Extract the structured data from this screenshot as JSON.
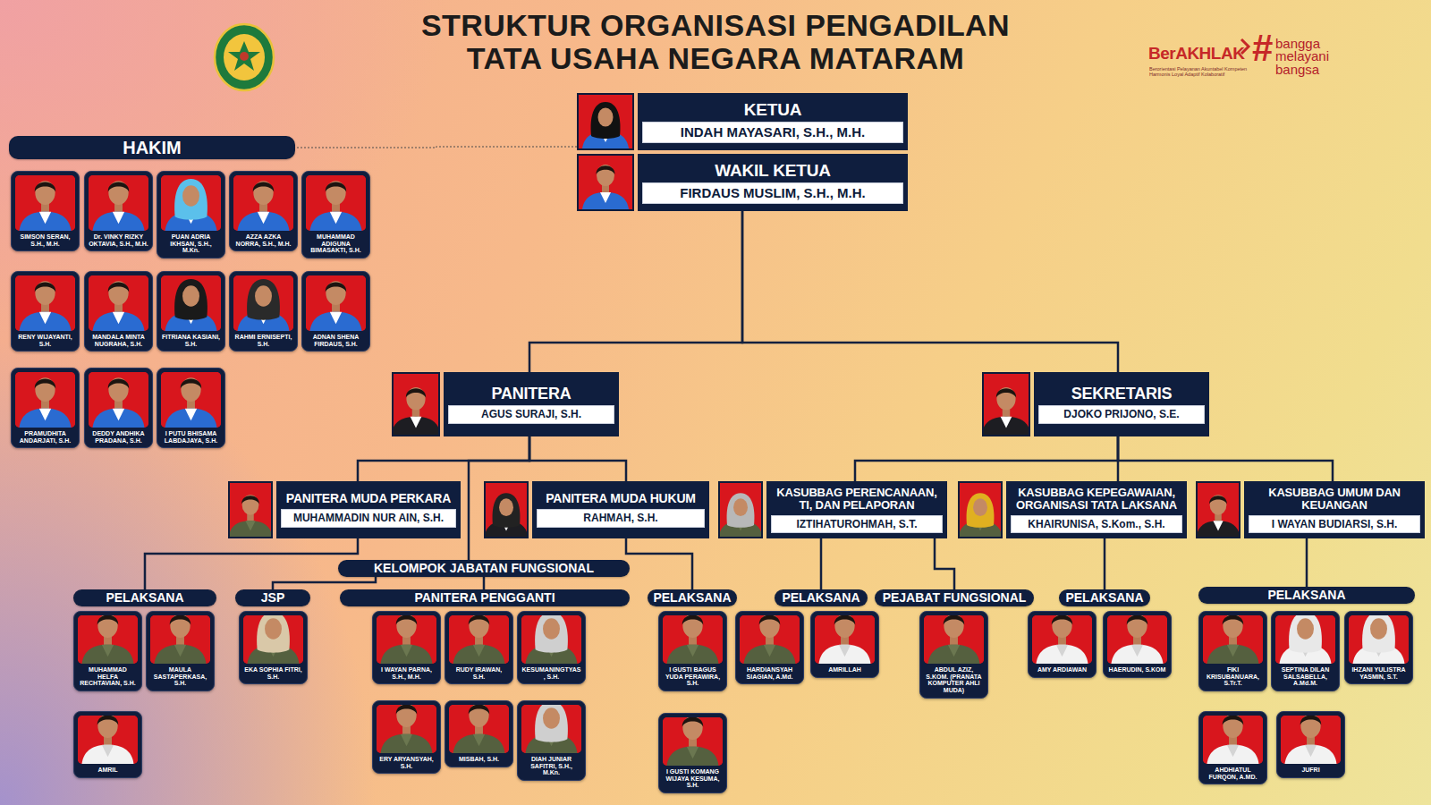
{
  "diagram": {
    "title": "STRUKTUR ORGANISASI PENGADILAN TATA USAHA NEGARA MATARAM",
    "nodes": [
      {
        "text": [
          "KETUA",
          "INDAH MAYASARI, S.H., M.H."
        ]
      },
      {
        "text": [
          "WAKIL KETUA",
          "FIRDAUS MUSLIM, S.H., M.H."
        ]
      },
      {
        "text": [
          "HAKIM"
        ]
      },
      {
        "text": [
          "SIMSON SERAN, S.H., M.H."
        ]
      },
      {
        "text": [
          "Dr. VINKY RIZKY OKTAVIA, S.H., M.H."
        ]
      },
      {
        "text": [
          "PUAN ADRIA IKHSAN, S.H., M.Kn."
        ]
      },
      {
        "text": [
          "AZZA AZKA NORRA, S.H., M.H."
        ]
      },
      {
        "text": [
          "MUHAMMAD ADIGUNA BIMASAKTI, S.H."
        ]
      },
      {
        "text": [
          "RENY WIJAYANTI, S.H."
        ]
      },
      {
        "text": [
          "MANDALA MINTA NUGRAHA, S.H."
        ]
      },
      {
        "text": [
          "FITRIANA KASIANI, S.H."
        ]
      },
      {
        "text": [
          "RAHMI ERNISEPTI, S.H."
        ]
      },
      {
        "text": [
          "ADNAN SHENA FIRDAUS, S.H."
        ]
      },
      {
        "text": [
          "PRAMUDHITA ANDARJATI, S.H."
        ]
      },
      {
        "text": [
          "DEDDY ANDHIKA PRADANA, S.H."
        ]
      },
      {
        "text": [
          "I PUTU BHISAMA LABDAJAYA, S.H."
        ]
      },
      {
        "text": [
          "PANITERA",
          "AGUS SURAJI, S.H."
        ]
      },
      {
        "text": [
          "SEKRETARIS",
          "DJOKO PRIJONO, S.E."
        ]
      },
      {
        "text": [
          "PANITERA MUDA PERKARA",
          "MUHAMMADIN NUR AIN, S.H."
        ]
      },
      {
        "text": [
          "PANITERA MUDA HUKUM",
          "RAHMAH, S.H."
        ]
      },
      {
        "text": [
          "KELOMPOK JABATAN FUNGSIONAL"
        ]
      },
      {
        "text": [
          "KASUBBAG PERENCANAAN, TI, DAN PELAPORAN",
          "IZTIHATUROHMAH, S.T."
        ]
      },
      {
        "text": [
          "KASUBBAG KEPEGAWAIAN, ORGANISASI TATA LAKSANA",
          "KHAIRUNISA, S.Kom., S.H."
        ]
      },
      {
        "text": [
          "KASUBBAG UMUM DAN KEUANGAN",
          "I WAYAN BUDIARSI, S.H."
        ]
      },
      {
        "text": [
          "PELAKSANA"
        ]
      },
      {
        "text": [
          "MUHAMMAD HELFA RECHTAVIAN, S.H."
        ]
      },
      {
        "text": [
          "MAULA SASTAPERKASA, S.H."
        ]
      },
      {
        "text": [
          "AMRIL"
        ]
      },
      {
        "text": [
          "JSP"
        ]
      },
      {
        "text": [
          "EKA SOPHIA FITRI, S.H."
        ]
      },
      {
        "text": [
          "PANITERA PENGGANTI"
        ]
      },
      {
        "text": [
          "I WAYAN PARNA, S.H., M.H."
        ]
      },
      {
        "text": [
          "RUDY IRAWAN, S.H."
        ]
      },
      {
        "text": [
          "KESUMANINGTYAS, S.H."
        ]
      },
      {
        "text": [
          "ERY ARYANSYAH, S.H."
        ]
      },
      {
        "text": [
          "MISBAH, S.H."
        ]
      },
      {
        "text": [
          "DIAH JUNIAR SAFITRI, S.H., M.Kn."
        ]
      },
      {
        "text": [
          "PELAKSANA"
        ]
      },
      {
        "text": [
          "I GUSTI BAGUS YUDA PERAWIRA, S.H."
        ]
      },
      {
        "text": [
          "I GUSTI KOMANG WIJAYA KESUMA, S.H."
        ]
      },
      {
        "text": [
          "PELAKSANA"
        ]
      },
      {
        "text": [
          "HARDIANSYAH SIAGIAN, A.Md."
        ]
      },
      {
        "text": [
          "AMRILLAH"
        ]
      },
      {
        "text": [
          "PEJABAT FUNGSIONAL"
        ]
      },
      {
        "text": [
          "ABDUL AZIZ, S.KOM. (PRANATA KOMPUTER AHLI MUDA)"
        ]
      },
      {
        "text": [
          "PELAKSANA"
        ]
      },
      {
        "text": [
          "AMY ARDIAWAN"
        ]
      },
      {
        "text": [
          "HAERUDIN, S.KOM"
        ]
      },
      {
        "text": [
          "PELAKSANA"
        ]
      },
      {
        "text": [
          "FIKI KRISUBANUARA, S.Tr.T."
        ]
      },
      {
        "text": [
          "SEPTINA DILAN SALSABELLA, A.Md.M."
        ]
      },
      {
        "text": [
          "IHZANI YULISTRA YASMIN, S.T."
        ]
      },
      {
        "text": [
          "AHDHIATUL FURQON, A.MD."
        ]
      },
      {
        "text": [
          "JUFRI"
        ]
      }
    ],
    "edges": [
      {
        "from": 0,
        "to": 2,
        "arrow": "none"
      },
      {
        "from": 1,
        "to": 16,
        "arrow": "none"
      },
      {
        "from": 1,
        "to": 17,
        "arrow": "none"
      },
      {
        "from": 16,
        "to": 18,
        "arrow": "none"
      },
      {
        "from": 16,
        "to": 19,
        "arrow": "none"
      },
      {
        "from": 16,
        "to": 20,
        "arrow": "none"
      },
      {
        "from": 17,
        "to": 21,
        "arrow": "none"
      },
      {
        "from": 17,
        "to": 22,
        "arrow": "none"
      },
      {
        "from": 17,
        "to": 23,
        "arrow": "none"
      },
      {
        "from": 18,
        "to": 24,
        "arrow": "none"
      },
      {
        "from": 19,
        "to": 37,
        "arrow": "none"
      },
      {
        "from": 20,
        "to": 28,
        "arrow": "none"
      },
      {
        "from": 20,
        "to": 30,
        "arrow": "none"
      },
      {
        "from": 21,
        "to": 40,
        "arrow": "none"
      },
      {
        "from": 21,
        "to": 43,
        "arrow": "none"
      },
      {
        "from": 22,
        "to": 45,
        "arrow": "none"
      },
      {
        "from": 23,
        "to": 48,
        "arrow": "none"
      }
    ],
    "labels": [
      "BerAKHLAK",
      "Berorientasi Pelayanan Akuntabel Kompeten Harmonis Loyal Adaptif Kolaboratif",
      "#",
      "bangga melayani bangsa"
    ]
  }
}
